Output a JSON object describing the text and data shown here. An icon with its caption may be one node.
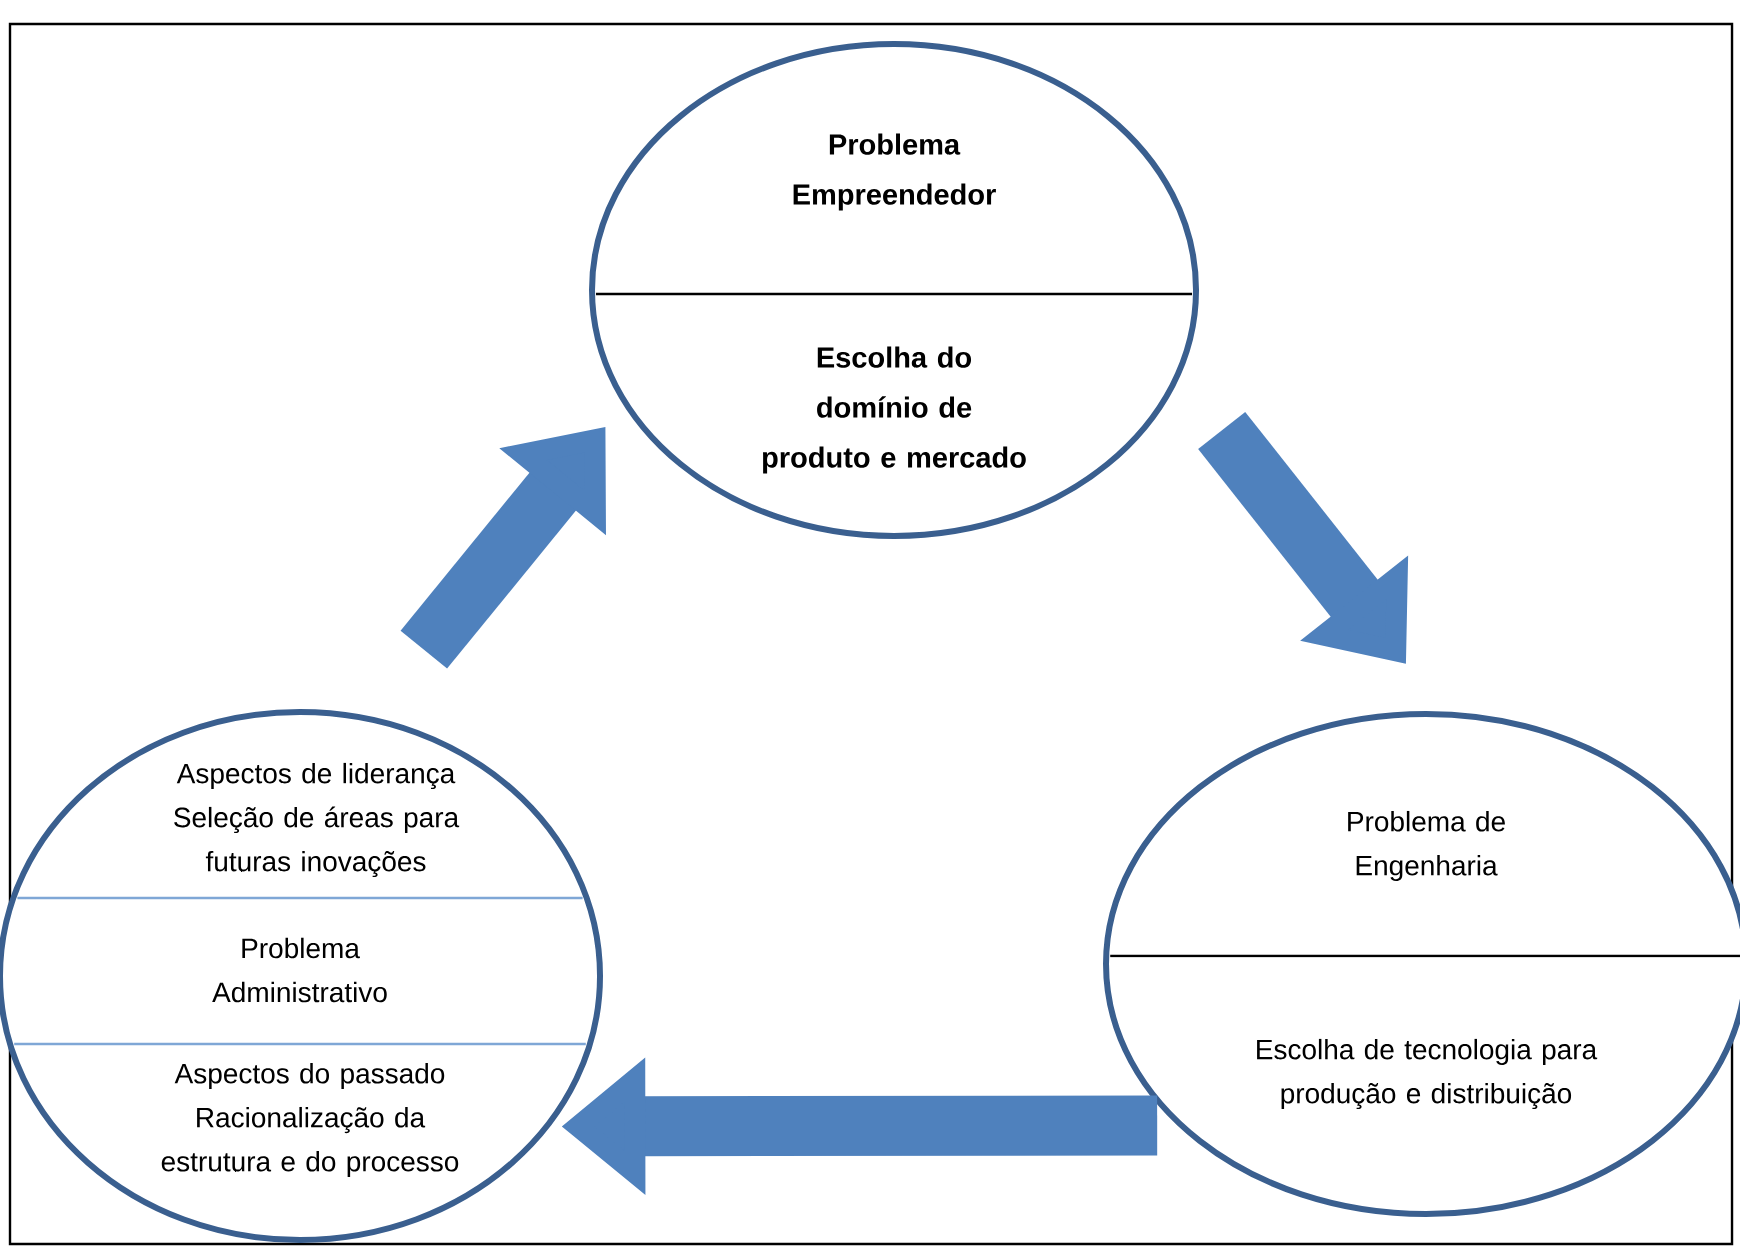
{
  "diagram": {
    "nodes": [
      {
        "text": [
          "Problema Empreendedor",
          "Escolha do domínio de produto e mercado"
        ]
      },
      {
        "text": [
          "Problema de Engenharia",
          "Escolha de tecnologia para produção e distribuição"
        ]
      },
      {
        "text": [
          "Aspectos de liderança Seleção de áreas para futuras inovações",
          "Problema Administrativo",
          "Aspectos do passado Racionalização da estrutura e do processo"
        ]
      }
    ],
    "edges": [
      {
        "from": 2,
        "to": 0,
        "arrow": "to"
      },
      {
        "from": 0,
        "to": 1,
        "arrow": "to"
      },
      {
        "from": 1,
        "to": 2,
        "arrow": "to"
      }
    ]
  }
}
